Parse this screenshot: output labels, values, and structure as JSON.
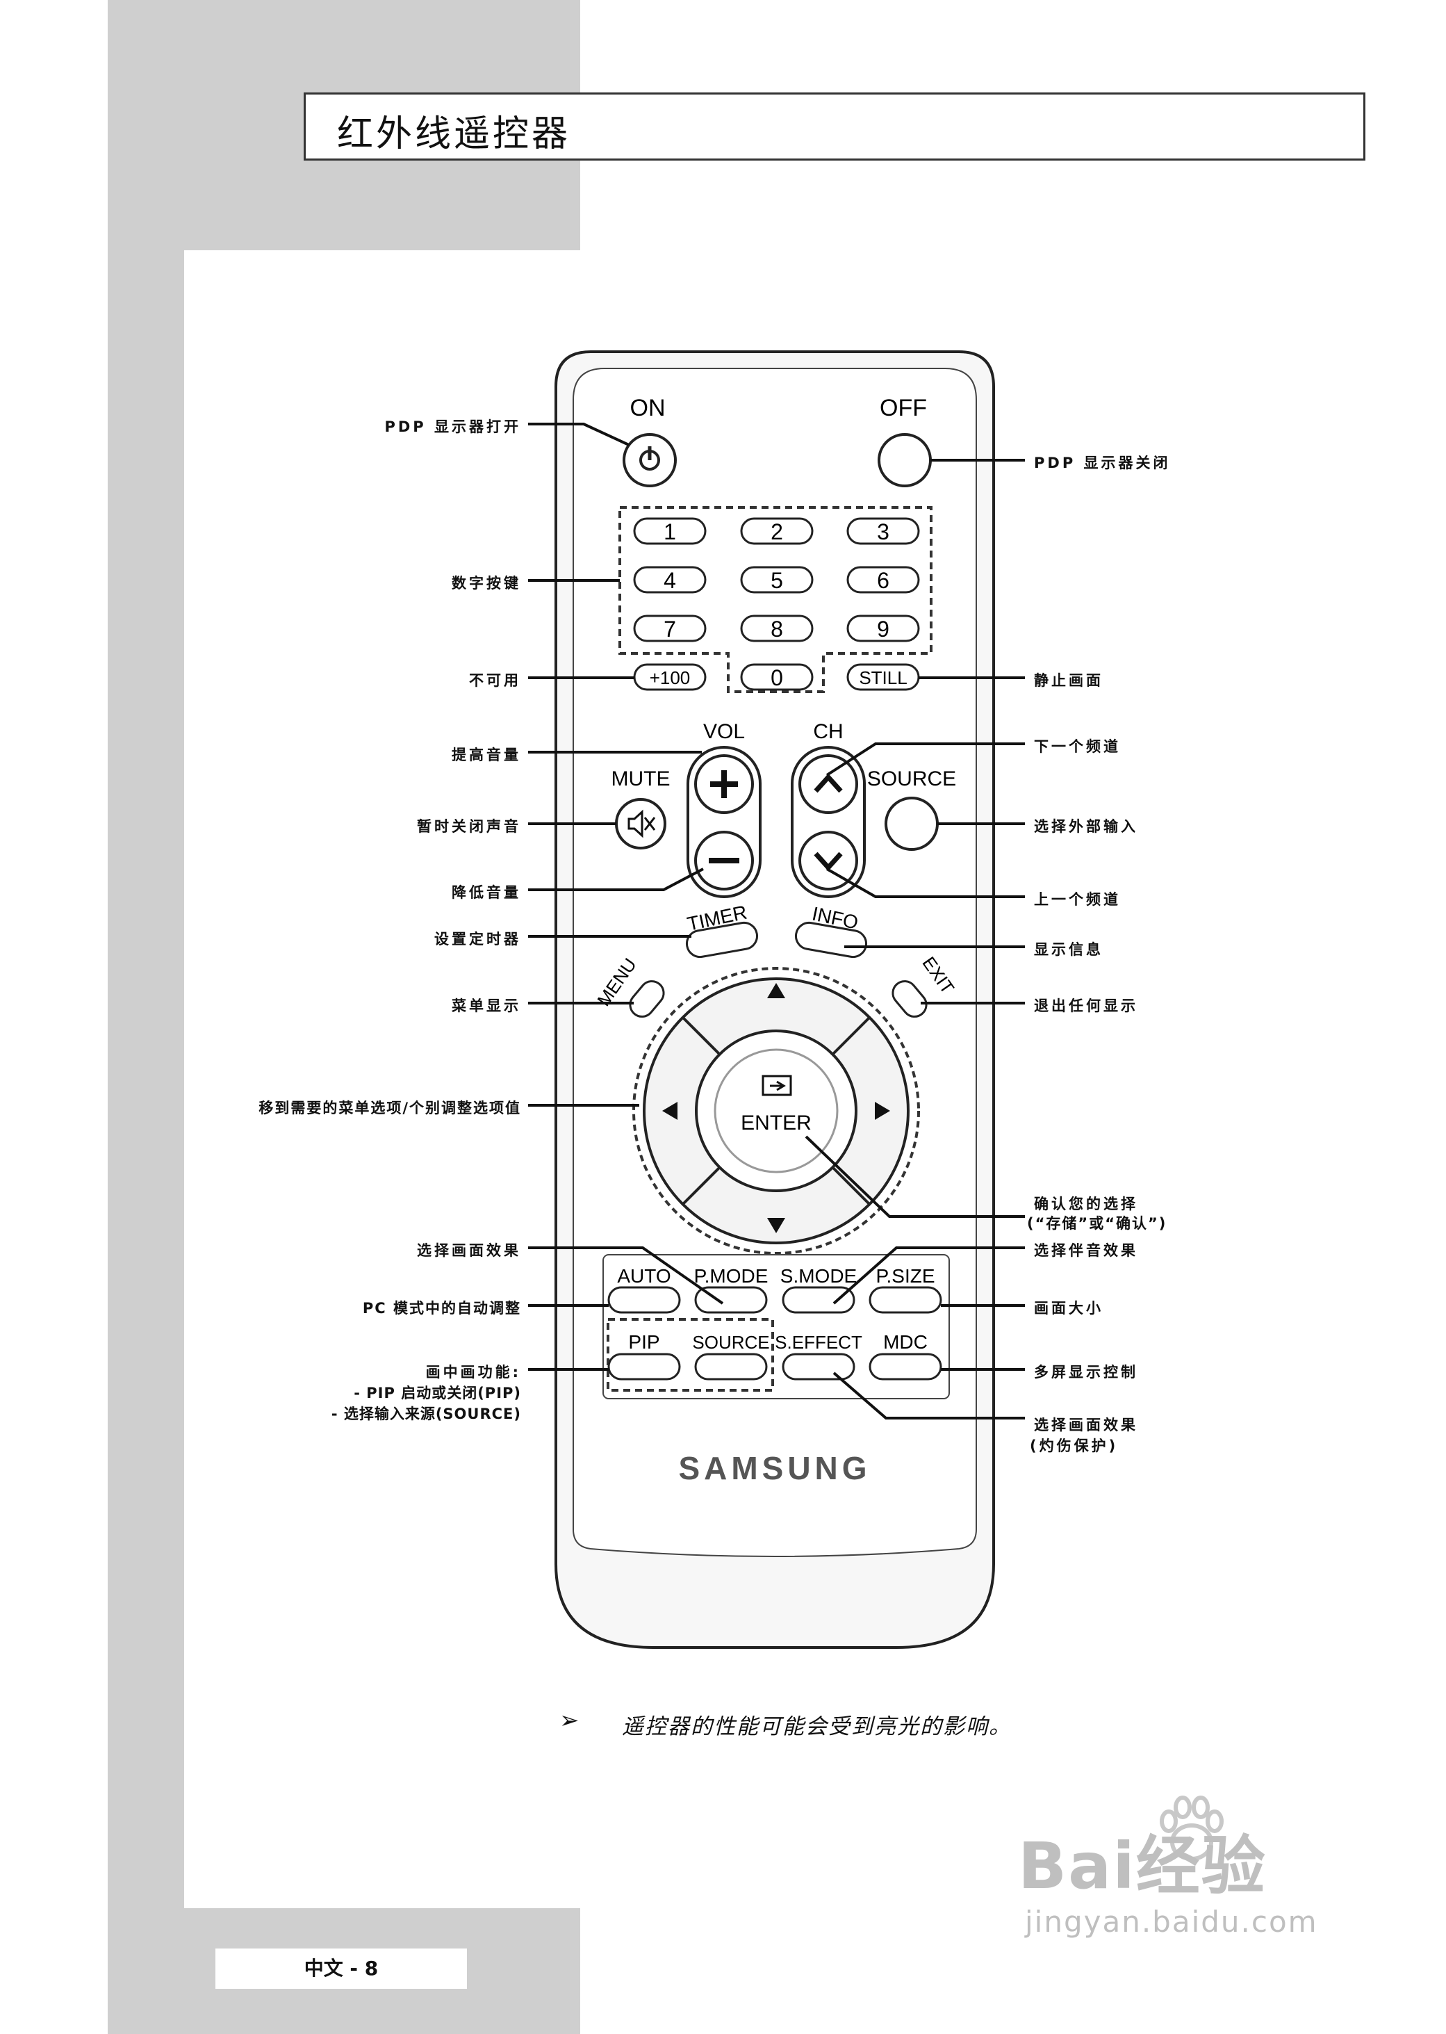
{
  "page": {
    "title": "红外线遥控器",
    "page_number": "中文 - 8",
    "note": "遥控器的性能可能会受到亮光的影响。",
    "watermark": "Bai经验",
    "watermark_sub": "jingyan.baidu.com"
  },
  "remote": {
    "brand": "SAMSUNG",
    "buttons": {
      "on": "ON",
      "off": "OFF",
      "digits": [
        "1",
        "2",
        "3",
        "4",
        "5",
        "6",
        "7",
        "8",
        "9",
        "0"
      ],
      "plus100": "+100",
      "still": "STILL",
      "vol": "VOL",
      "ch": "CH",
      "mute": "MUTE",
      "source_top": "SOURCE",
      "timer": "TIMER",
      "info": "INFO",
      "menu": "MENU",
      "exit": "EXIT",
      "enter": "ENTER",
      "auto": "AUTO",
      "pmode": "P.MODE",
      "smode": "S.MODE",
      "psize": "P.SIZE",
      "pip": "PIP",
      "source_bottom": "SOURCE",
      "seffect": "S.EFFECT",
      "mdc": "MDC"
    }
  },
  "labels_left": {
    "power_on": "PDP 显示器打开",
    "number_keys": "数字按键",
    "not_available": "不可用",
    "vol_up": "提高音量",
    "mute": "暂时关闭声音",
    "vol_down": "降低音量",
    "timer": "设置定时器",
    "menu": "菜单显示",
    "navigate": "移到需要的菜单选项/个别调整选项值",
    "pmode": "选择画面效果",
    "auto": "PC 模式中的自动调整",
    "pip_1": "画中画功能:",
    "pip_2": "- PIP 启动或关闭(PIP)",
    "pip_3": "- 选择输入来源(SOURCE)"
  },
  "labels_right": {
    "power_off": "PDP 显示器关闭",
    "still": "静止画面",
    "ch_up": "下一个频道",
    "source": "选择外部输入",
    "ch_down": "上一个频道",
    "info": "显示信息",
    "exit": "退出任何显示",
    "enter_1": "确认您的选择",
    "enter_2": "(“存储”或“确认”)",
    "smode": "选择伴音效果",
    "psize": "画面大小",
    "mdc": "多屏显示控制",
    "seffect_1": "选择画面效果",
    "seffect_2": "(灼伤保护)"
  }
}
